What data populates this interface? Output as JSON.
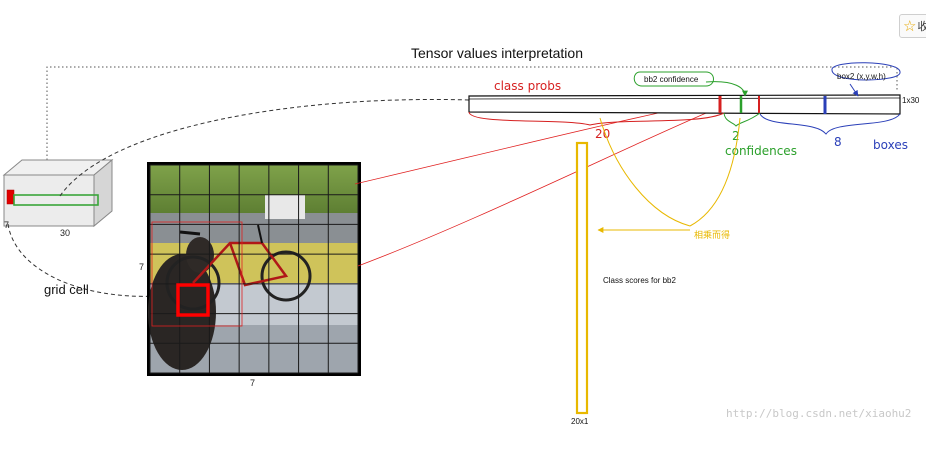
{
  "title": "Tensor values interpretation",
  "labels": {
    "class_probs": "class probs",
    "bb2_confidence": "bb2 confidence",
    "box2": "box2 (x,y,w,h)",
    "tensor_size": "1x30",
    "twenty": "20",
    "two": "2",
    "confidences": "confidences",
    "eight": "8",
    "boxes": "boxes",
    "multiply_note": "相乘而得",
    "class_scores": "Class scores for bb2",
    "scores_size": "20x1",
    "grid_cell": "grid cell",
    "grid_rows": "7",
    "grid_cols": "7",
    "cube_depth": "7",
    "cube_width": "30",
    "watermark": "http://blog.csdn.net/xiaohu2",
    "bookmark": "收"
  },
  "colors": {
    "class_probs": "#d62020",
    "confidence": "#2ba02b",
    "boxes": "#2a3fb8",
    "scores": "#e8b800",
    "grid_line": "#1a1a1a",
    "highlight": "#ff0000"
  },
  "icons": {
    "bookmark": "star-icon",
    "photo": "dog-and-bicycle-photo"
  }
}
